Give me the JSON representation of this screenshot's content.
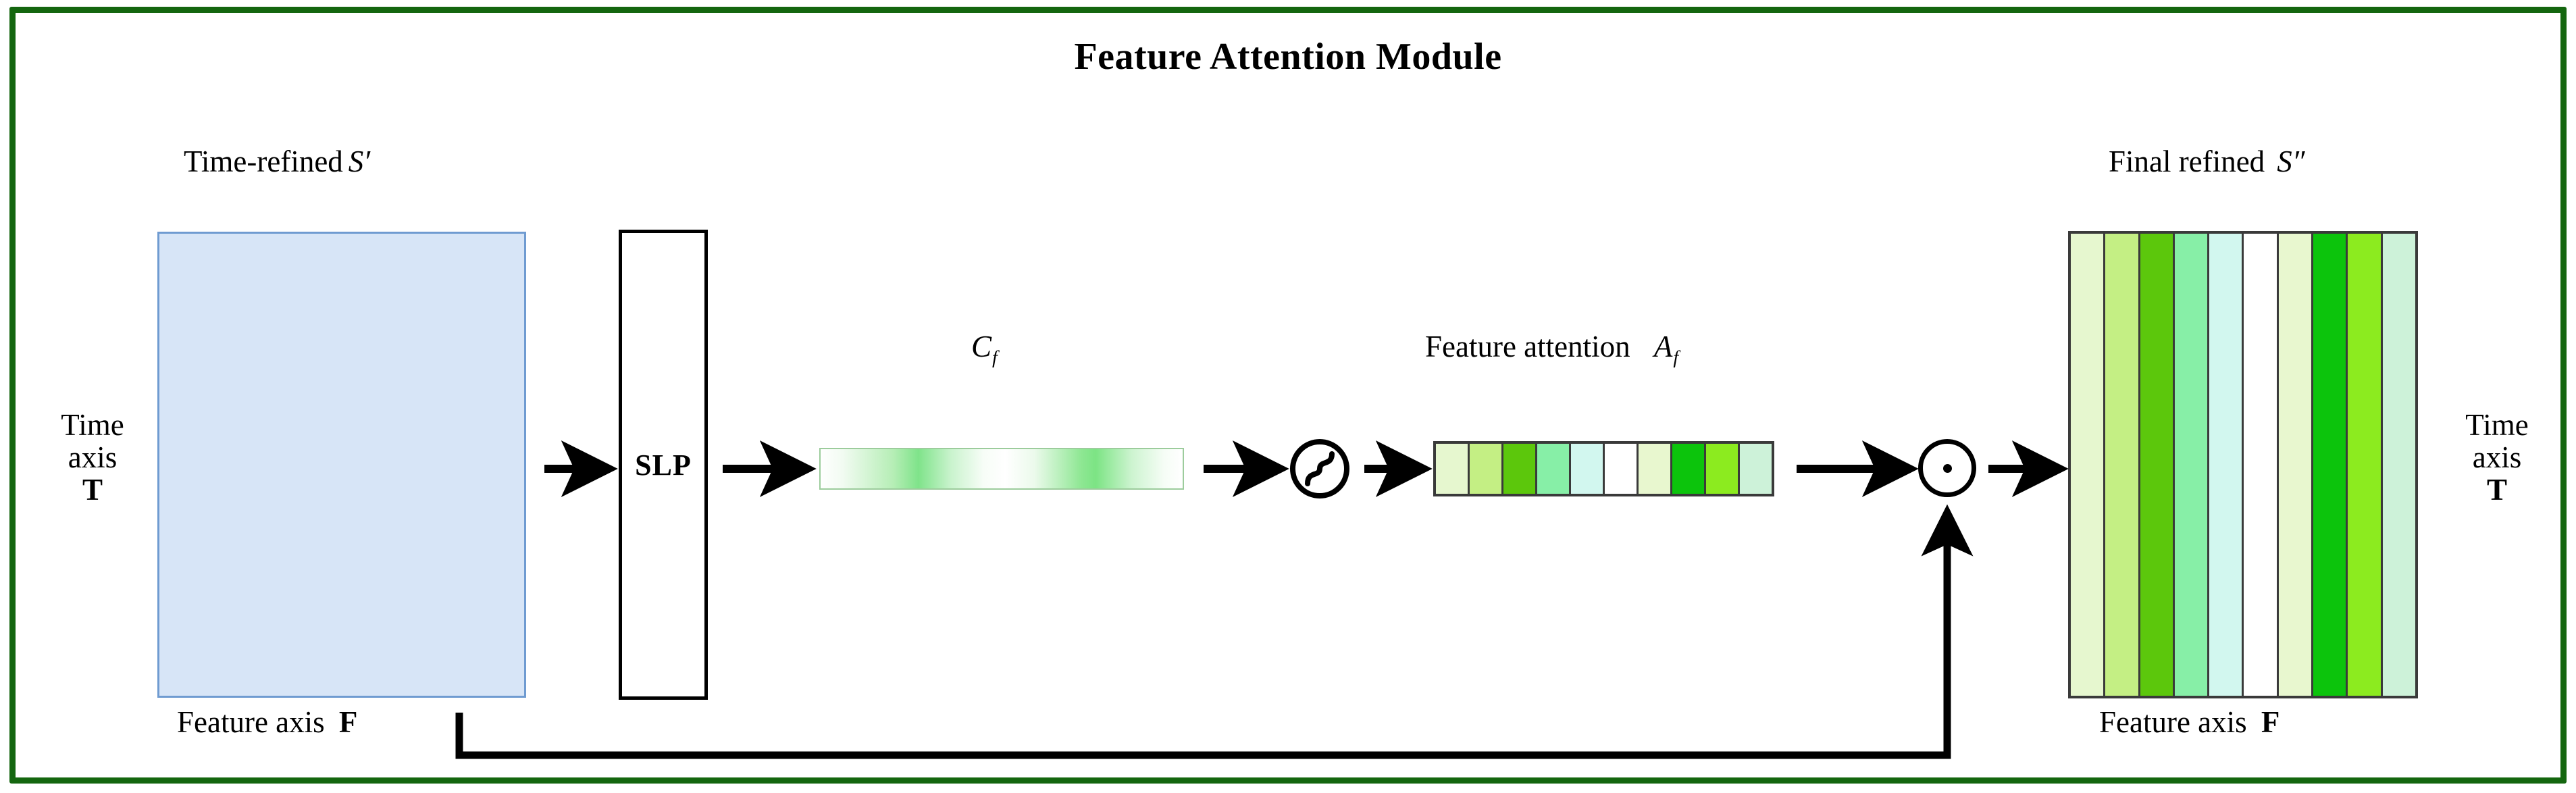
{
  "title": "Feature Attention Module",
  "labels": {
    "input_caption_text": "Time-refined",
    "input_caption_symbol": "S′",
    "output_caption_text": "Final refined",
    "output_caption_symbol": "S″",
    "left_time_axis_line1": "Time",
    "left_time_axis_line2": "axis",
    "left_time_axis_symbol": "T",
    "right_time_axis_line1": "Time",
    "right_time_axis_line2": "axis",
    "right_time_axis_symbol": "T",
    "left_feature_axis": "Feature axis",
    "left_feature_axis_symbol": "F",
    "right_feature_axis": "Feature axis",
    "right_feature_axis_symbol": "F",
    "cf_symbol": "C",
    "cf_subscript": "f",
    "attention_caption": "Feature attention",
    "attention_symbol": "A",
    "attention_subscript": "f"
  },
  "blocks": {
    "slp_label": "SLP",
    "sigmoid_icon": "sigmoid-icon",
    "multiply_icon": "element-wise-multiply-icon"
  },
  "colors": {
    "frame_green": "#14660f",
    "input_fill": "#d7e5f7",
    "input_border": "#6f9bd1",
    "cell_border": "#3a3a3a",
    "cf_bar_border": "#9ccc9c",
    "arrow_black": "#000000"
  },
  "chart_data": {
    "type": "heatmap",
    "title": "Feature Attention Module",
    "xlabel": "Feature axis F",
    "ylabel": "Time axis T",
    "attention_vector_name": "A_f",
    "n_features": 10,
    "feature_attention_colors": [
      "#e6f7cf",
      "#c4ef84",
      "#5cc70c",
      "#87efa7",
      "#d2f7ef",
      "#ffffff",
      "#e8f7cf",
      "#0cc40c",
      "#8ceb1f",
      "#cdf2d9"
    ],
    "feature_attention_values": [
      0.18,
      0.45,
      0.88,
      0.52,
      0.12,
      0.02,
      0.17,
      0.95,
      0.72,
      0.1
    ],
    "output_stripe_colors": [
      "#e6f7cf",
      "#c4ef84",
      "#5cc70c",
      "#87efa7",
      "#d2f7ef",
      "#ffffff",
      "#e8f7cf",
      "#0cc40c",
      "#8ceb1f",
      "#cdf2d9"
    ],
    "cf_gradient_stops": [
      {
        "pos": 0,
        "color": "#ffffff"
      },
      {
        "pos": 20,
        "color": "#b6eeb6"
      },
      {
        "pos": 27,
        "color": "#7fe38a"
      },
      {
        "pos": 51,
        "color": "#ffffff"
      },
      {
        "pos": 72,
        "color": "#8ee793"
      },
      {
        "pos": 86,
        "color": "#cdf4d0"
      },
      {
        "pos": 100,
        "color": "#ffffff"
      }
    ],
    "pipeline": [
      "Time-refined S'",
      "SLP",
      "C_f",
      "sigmoid",
      "Feature attention A_f",
      "element-wise multiply",
      "Final refined S''"
    ]
  }
}
